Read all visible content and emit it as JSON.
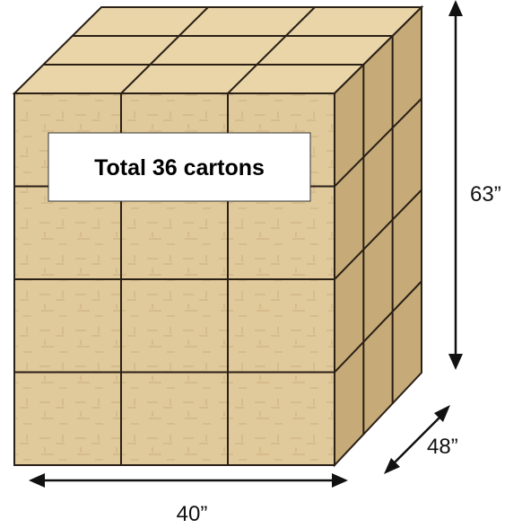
{
  "diagram": {
    "carton_label": "Total 36 cartons",
    "dimensions": {
      "width": "40”",
      "depth": "48”",
      "height": "63”"
    },
    "grid": {
      "columns": 3,
      "layers": 4,
      "depth_rows": 3
    },
    "colors": {
      "front_face": "#e0c99a",
      "top_face": "#e9d5a8",
      "side_face": "#c6ab78",
      "grid_line": "#2a2016",
      "arrow": "#111111",
      "label_box": "#ffffff"
    }
  }
}
